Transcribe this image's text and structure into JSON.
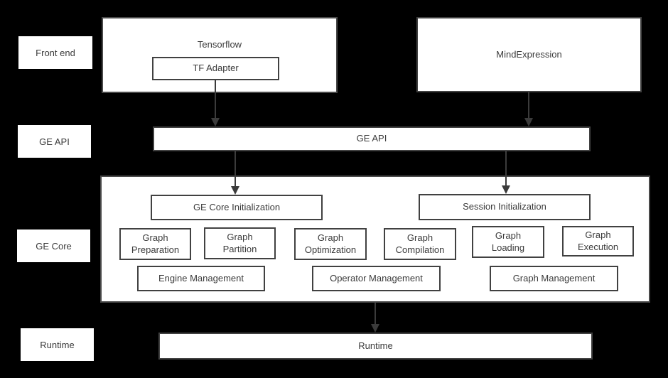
{
  "diagram": {
    "colors": {
      "background": "#000000",
      "box_fill": "#ffffff",
      "box_border": "#414141",
      "text": "#3b3b3b",
      "arrow": "#3b3b3b"
    },
    "row_labels": [
      {
        "label": "Front end"
      },
      {
        "label": "GE API"
      },
      {
        "label": "GE Core"
      },
      {
        "label": "Runtime"
      }
    ],
    "front_end": {
      "tensorflow": {
        "label": "Tensorflow",
        "adapter_label": "TF Adapter"
      },
      "mind_expression": {
        "label": "MindExpression"
      }
    },
    "ge_api_bar": {
      "label": "GE API"
    },
    "ge_core": {
      "init_boxes": [
        {
          "label": "GE Core Initialization"
        },
        {
          "label": "Session Initialization"
        }
      ],
      "stage_boxes": [
        {
          "label": "Graph\nPreparation"
        },
        {
          "label": "Graph\nPartition"
        },
        {
          "label": "Graph\nOptimization"
        },
        {
          "label": "Graph\nCompilation"
        },
        {
          "label": "Graph\nLoading"
        },
        {
          "label": "Graph\nExecution"
        }
      ],
      "management_boxes": [
        {
          "label": "Engine Management"
        },
        {
          "label": "Operator Management"
        },
        {
          "label": "Graph Management"
        }
      ]
    },
    "runtime_bar": {
      "label": "Runtime"
    }
  }
}
